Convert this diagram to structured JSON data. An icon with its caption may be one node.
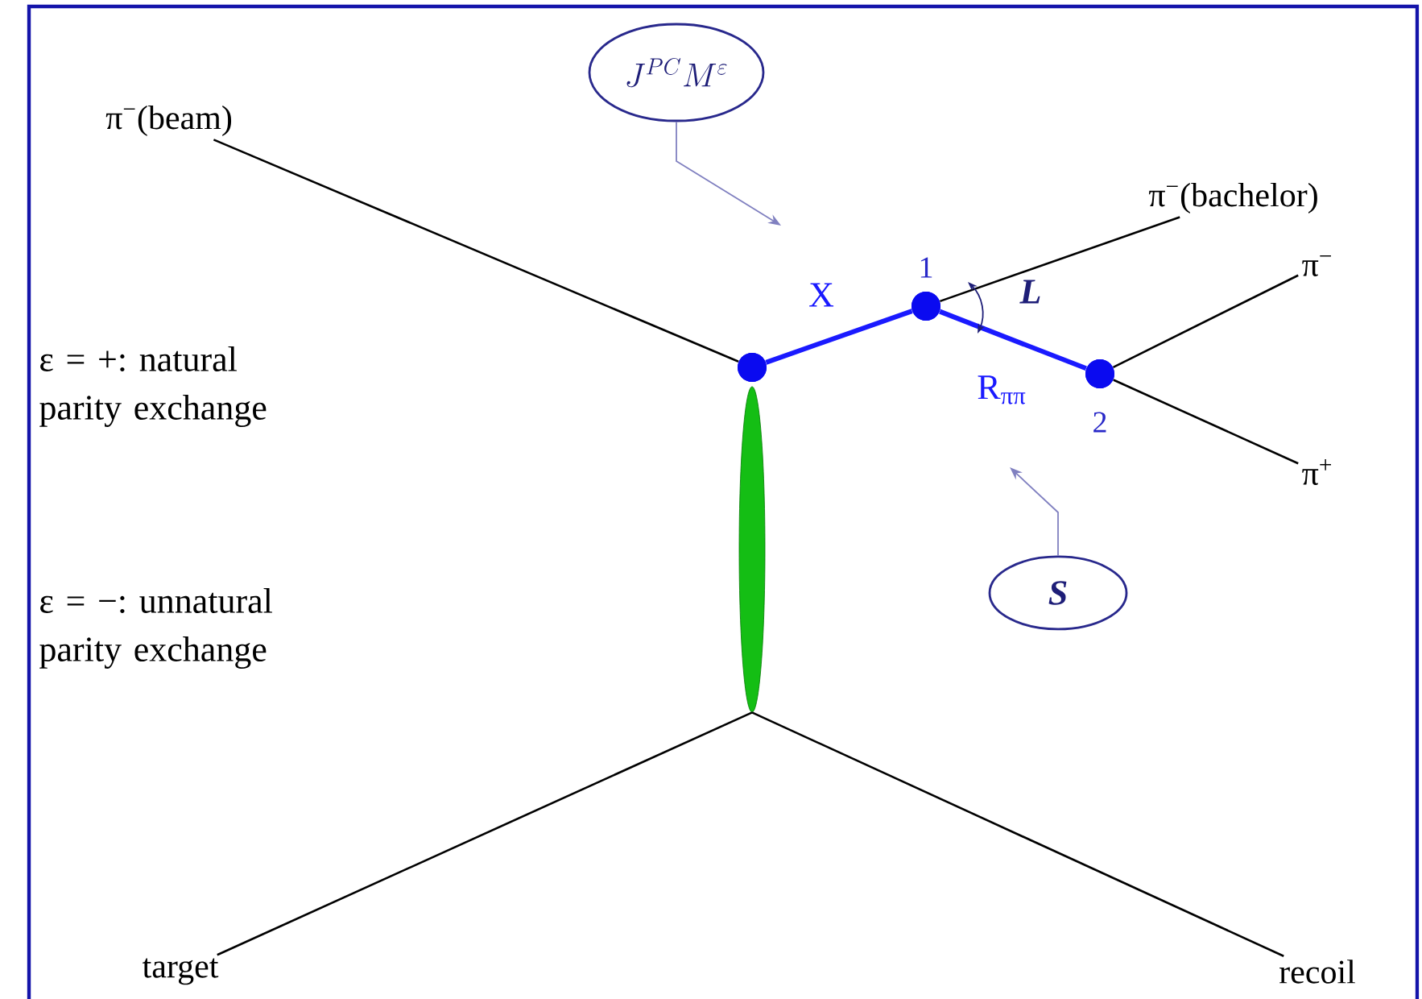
{
  "diagram": {
    "nodes": [
      {
        "text": [
          "π$^{−}$(beam)"
        ]
      },
      {
        "text": [],
        "shape": "circle"
      },
      {
        "text": [],
        "shape": "circle",
        "beside": [
          "1"
        ]
      },
      {
        "text": [],
        "shape": "circle",
        "beside": [
          "2"
        ]
      },
      {
        "text": [
          "π$^{−}$(bachelor)"
        ]
      },
      {
        "text": [
          "π$^{−}$"
        ]
      },
      {
        "text": [
          "π$^{+}$"
        ]
      },
      {
        "text": [],
        "shape": "ellipse"
      },
      {
        "text": [
          "target"
        ]
      },
      {
        "text": [
          "recoil"
        ]
      },
      {
        "text": [
          "J^{PC}M^{\\varepsilon}"
        ]
      },
      {
        "text": [
          "S"
        ]
      }
    ],
    "edges": [
      {
        "from": 0,
        "to": 1,
        "arrow": "none"
      },
      {
        "from": 1,
        "to": 2,
        "arrow": "none",
        "label": "X",
        "style": "thick",
        "color": "#1a1aff"
      },
      {
        "from": 2,
        "to": 4,
        "arrow": "none"
      },
      {
        "from": 2,
        "to": 3,
        "arrow": "none",
        "label": "R$_{ππ}$",
        "style": "thick",
        "color": "#1a1aff"
      },
      {
        "from": 3,
        "to": 5,
        "arrow": "none"
      },
      {
        "from": 3,
        "to": 6,
        "arrow": "none"
      },
      {
        "from": 8,
        "to": 7,
        "arrow": "none"
      },
      {
        "from": 7,
        "to": 9,
        "arrow": "none"
      },
      {
        "from": 10,
        "to": null,
        "arrow": "to",
        "color": "#8080c0"
      },
      {
        "from": 11,
        "to": null,
        "arrow": "to",
        "color": "#8080c0"
      }
    ],
    "labels": [
      "L",
      "ε = +: natural parity exchange",
      "ε = −: unnatural parity exchange"
    ]
  }
}
